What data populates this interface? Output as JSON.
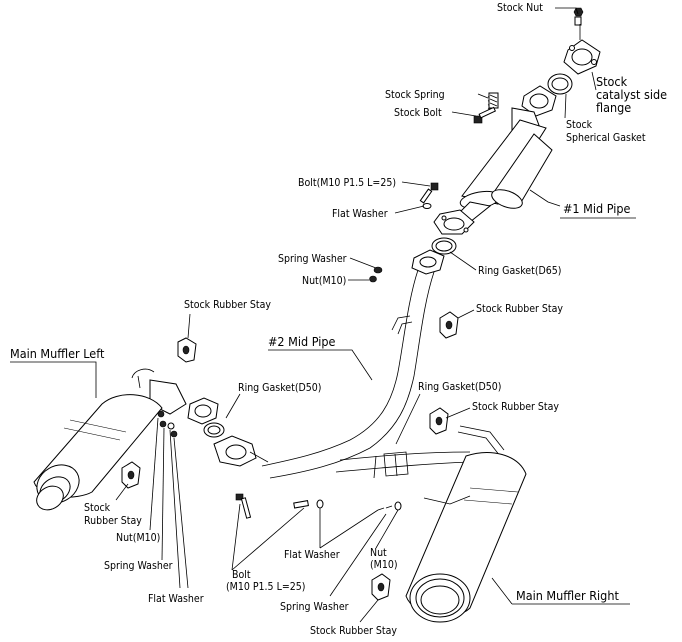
{
  "labels": {
    "stock_nut": "Stock Nut",
    "stock_catalyst_side_flange": [
      "Stock",
      "catalyst side",
      "flange"
    ],
    "stock_spring": "Stock Spring",
    "stock_bolt": "Stock Bolt",
    "stock_spherical_gasket": [
      "Stock",
      "Spherical Gasket"
    ],
    "bolt_m10_top": "Bolt(M10 P1.5 L=25)",
    "flat_washer_top": "Flat Washer",
    "mid_pipe_1": "#1 Mid Pipe",
    "spring_washer_top": "Spring Washer",
    "nut_m10_top": "Nut(M10)",
    "ring_gasket_d65": "Ring Gasket(D65)",
    "stock_rubber_stay_left_top": "Stock Rubber Stay",
    "stock_rubber_stay_right_top": "Stock Rubber Stay",
    "main_muffler_left": "Main Muffler Left",
    "mid_pipe_2": "#2 Mid Pipe",
    "ring_gasket_d50_left": "Ring Gasket(D50)",
    "ring_gasket_d50_right": "Ring Gasket(D50)",
    "stock_rubber_stay_right_mid": "Stock Rubber Stay",
    "stock_rubber_stay_left_bottom": [
      "Stock",
      "Rubber Stay"
    ],
    "nut_m10_left": "Nut(M10)",
    "spring_washer_left": "Spring Washer",
    "flat_washer_left": "Flat Washer",
    "bolt_m10_bottom": [
      "Bolt",
      "(M10 P1.5 L=25)"
    ],
    "flat_washer_bottom": "Flat Washer",
    "nut_m10_bottom": [
      "Nut",
      "(M10)"
    ],
    "spring_washer_bottom": "Spring Washer",
    "stock_rubber_stay_bottom": "Stock Rubber Stay",
    "main_muffler_right": "Main Muffler Right"
  }
}
